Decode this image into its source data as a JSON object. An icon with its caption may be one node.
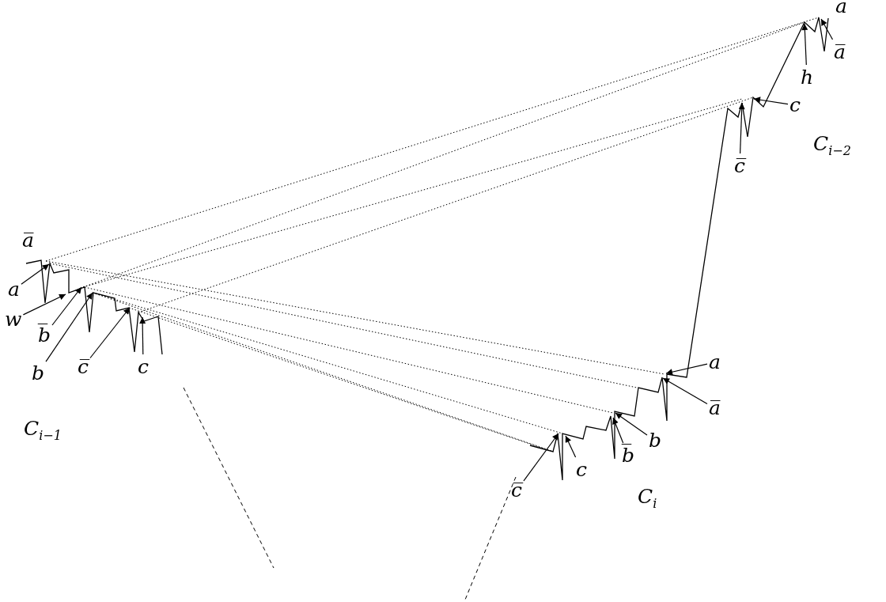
{
  "diagram": {
    "nodes": [
      {
        "text": [
          "a̅"
        ]
      },
      {
        "text": [
          "h"
        ]
      },
      {
        "text": [
          "c"
        ]
      },
      {
        "text": [
          "c̅"
        ]
      },
      {
        "text": [
          "a"
        ]
      },
      {
        "text": [
          "w"
        ]
      },
      {
        "text": [
          "b̅"
        ]
      },
      {
        "text": [
          "b"
        ]
      },
      {
        "text": [
          "c̅"
        ]
      },
      {
        "text": [
          "c"
        ]
      },
      {
        "text": [
          "a"
        ]
      },
      {
        "text": [
          "a̅"
        ]
      },
      {
        "text": [
          "b"
        ]
      },
      {
        "text": [
          "b̅"
        ]
      },
      {
        "text": [
          "c"
        ]
      },
      {
        "text": [
          "c̅"
        ]
      }
    ],
    "edges": [
      {
        "from": 0,
        "to": null,
        "arrow": "to"
      },
      {
        "from": 1,
        "to": null,
        "arrow": "to"
      },
      {
        "from": 2,
        "to": null,
        "arrow": "to"
      },
      {
        "from": 3,
        "to": null,
        "arrow": "to"
      },
      {
        "from": 4,
        "to": null,
        "arrow": "to"
      },
      {
        "from": 5,
        "to": null,
        "arrow": "to"
      },
      {
        "from": 6,
        "to": null,
        "arrow": "to"
      },
      {
        "from": 7,
        "to": null,
        "arrow": "to"
      },
      {
        "from": 8,
        "to": null,
        "arrow": "to"
      },
      {
        "from": 9,
        "to": null,
        "arrow": "to"
      },
      {
        "from": 10,
        "to": null,
        "arrow": "to"
      },
      {
        "from": 11,
        "to": null,
        "arrow": "to"
      },
      {
        "from": 12,
        "to": null,
        "arrow": "to"
      },
      {
        "from": 13,
        "to": null,
        "arrow": "to"
      },
      {
        "from": 14,
        "to": null,
        "arrow": "to"
      },
      {
        "from": 15,
        "to": null,
        "arrow": "to"
      }
    ],
    "labels": [
      "a̅",
      "a",
      "C$_{i−2}$",
      "C$_{i−1}$",
      "C$_{i}$"
    ]
  }
}
